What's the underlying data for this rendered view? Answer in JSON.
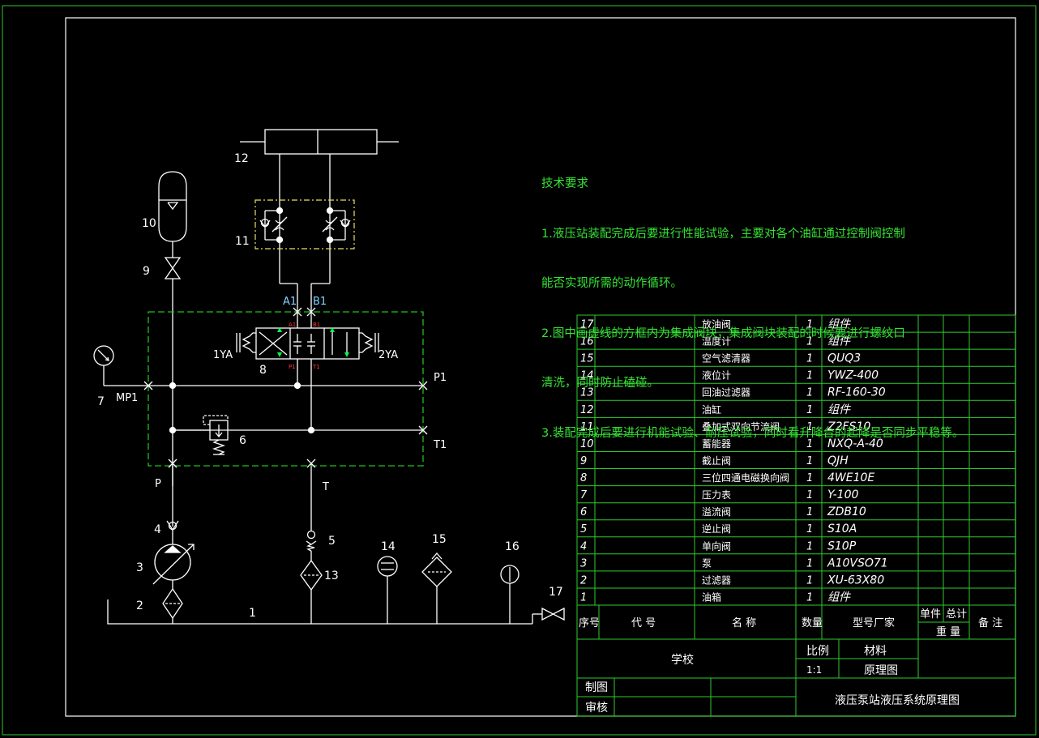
{
  "labels": {
    "component_numbers": [
      "1",
      "2",
      "3",
      "4",
      "5",
      "6",
      "7",
      "8",
      "9",
      "10",
      "11",
      "12",
      "13",
      "14",
      "15",
      "16",
      "17"
    ],
    "ports": {
      "a1": "A1",
      "b1": "B1",
      "p1": "P1",
      "t1": "T1",
      "mp1": "MP1",
      "p": "P",
      "t": "T",
      "ya1": "1YA",
      "ya2": "2YA",
      "valve_a": "A1",
      "valve_b": "B1",
      "valve_p": "P1",
      "valve_t": "T1"
    }
  },
  "notes": {
    "title": "技术要求",
    "lines": [
      "1.液压站装配完成后要进行性能试验，主要对各个油缸通过控制阀控制",
      "能否实现所需的动作循环。",
      "2.图中画虚线的方框内为集成阀块，集成阀块装配的时候要进行螺纹口",
      "清洗，同时防止磕碰。",
      "3.装配完成后要进行机能试验、耐压试验，同时看升降台的起降是否同步平稳等。"
    ]
  },
  "bom": {
    "rows": [
      {
        "no": "17",
        "name": "放油阀",
        "qty": "1",
        "model": "组件"
      },
      {
        "no": "16",
        "name": "温度计",
        "qty": "1",
        "model": "组件"
      },
      {
        "no": "15",
        "name": "空气滤清器",
        "qty": "1",
        "model": "QUQ3"
      },
      {
        "no": "14",
        "name": "液位计",
        "qty": "1",
        "model": "YWZ-400"
      },
      {
        "no": "13",
        "name": "回油过滤器",
        "qty": "1",
        "model": "RF-160-30"
      },
      {
        "no": "12",
        "name": "油缸",
        "qty": "1",
        "model": "组件"
      },
      {
        "no": "11",
        "name": "叠加式双向节流阀",
        "qty": "1",
        "model": "Z2FS10"
      },
      {
        "no": "10",
        "name": "蓄能器",
        "qty": "1",
        "model": "NXQ-A-40"
      },
      {
        "no": "9",
        "name": "截止阀",
        "qty": "1",
        "model": "QJH"
      },
      {
        "no": "8",
        "name": "三位四通电磁换向阀",
        "qty": "1",
        "model": "4WE10E"
      },
      {
        "no": "7",
        "name": "压力表",
        "qty": "1",
        "model": "Y-100"
      },
      {
        "no": "6",
        "name": "溢流阀",
        "qty": "1",
        "model": "ZDB10"
      },
      {
        "no": "5",
        "name": "逆止阀",
        "qty": "1",
        "model": "S10A"
      },
      {
        "no": "4",
        "name": "单向阀",
        "qty": "1",
        "model": "S10P"
      },
      {
        "no": "3",
        "name": "泵",
        "qty": "1",
        "model": "A10VSO71"
      },
      {
        "no": "2",
        "name": "过滤器",
        "qty": "1",
        "model": "XU-63X80"
      },
      {
        "no": "1",
        "name": "油箱",
        "qty": "1",
        "model": "组件"
      }
    ],
    "header": {
      "no": "序号",
      "code": "代 号",
      "name": "名 称",
      "qty": "数量",
      "model": "型号厂家",
      "unit": "单件",
      "total": "总计",
      "weight": "重 量",
      "remarks": "备 注"
    }
  },
  "title_block": {
    "school": "学校",
    "scale_label": "比例",
    "scale_value": "1:1",
    "material_label": "材料",
    "drawing_type": "原理图",
    "drawn_by": "制图",
    "checked_by": "审核",
    "drawing_title": "液压泵站液压系统原理图"
  },
  "colors": {
    "background": "#000000",
    "line": "#ffffff",
    "border": "#2ecc2e",
    "dashed_block": "#1fbf1f",
    "note_text": "#35e335",
    "port_label": "#7fd4ff",
    "valve_mark": "#ff3b3b",
    "valve_arrow": "#00ff44",
    "table_line": "#2ecc2e",
    "table_text": "#ffffff",
    "modular_block": "#e8e066"
  }
}
